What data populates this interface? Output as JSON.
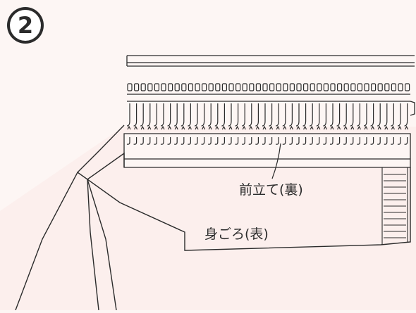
{
  "step": {
    "number": "2"
  },
  "labels": {
    "front_placket_reverse": "前立て(裏)",
    "body_front": "身ごろ(表)"
  },
  "colors": {
    "line": "#2b2b2b",
    "background": "#fdf6f4",
    "fabric_tint": "#fbeae7",
    "badge": "#2b2b2b"
  }
}
